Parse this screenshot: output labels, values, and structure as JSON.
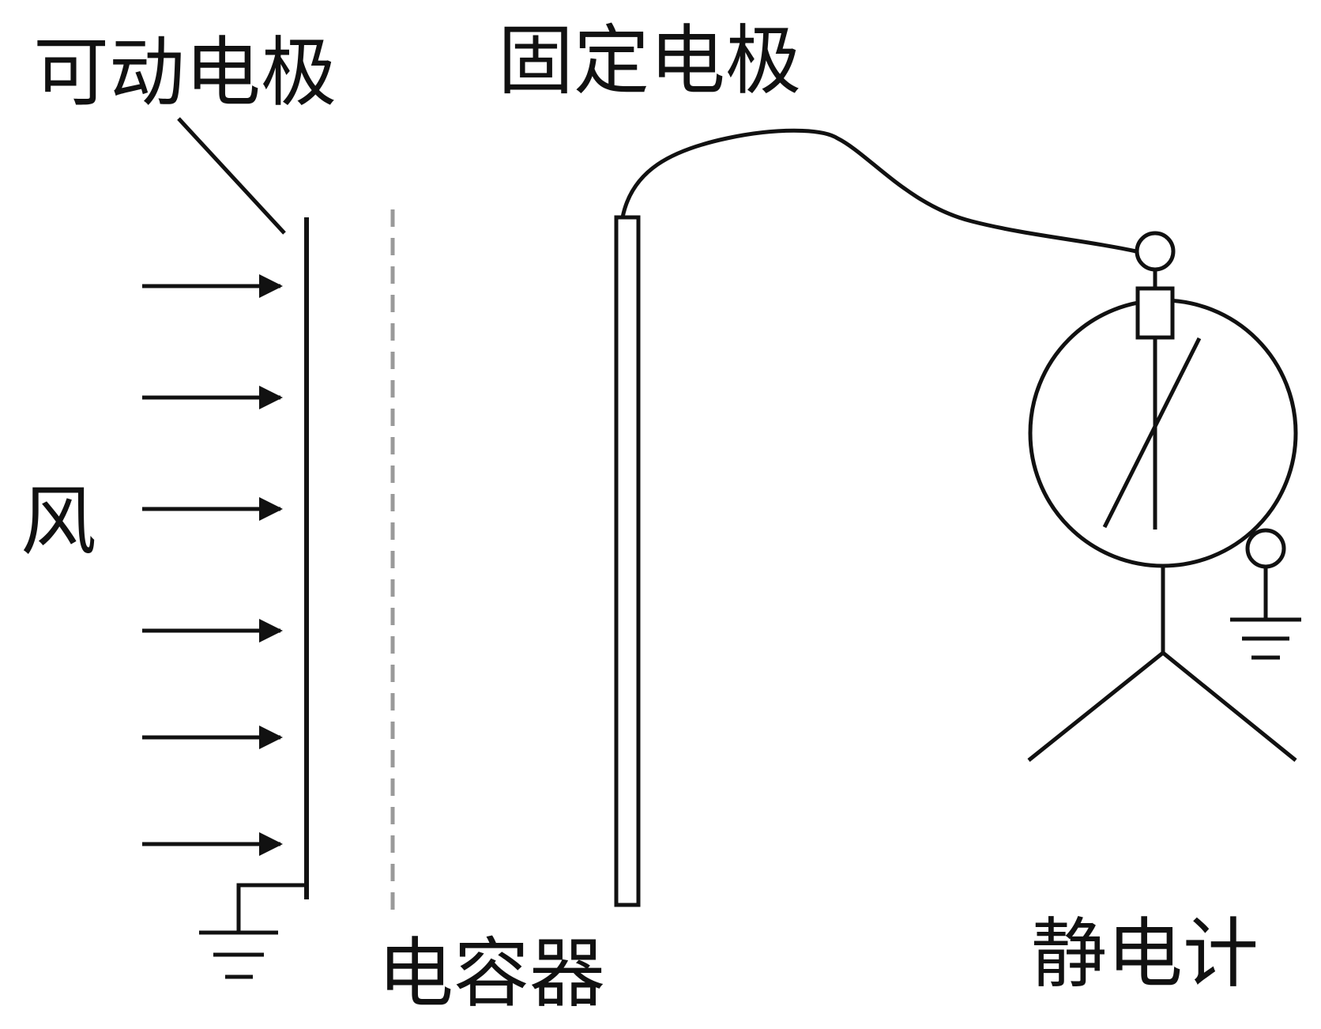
{
  "labels": {
    "movable_electrode": "可动电极",
    "fixed_electrode": "固定电极",
    "wind": "风",
    "capacitor": "电容器",
    "electroscope": "静电计"
  },
  "colors": {
    "ink": "#111111",
    "dashed": "#9a9a9a",
    "background": "#ffffff"
  },
  "icons": {
    "wind_arrow": "right-arrow",
    "ground": "ground-symbol"
  }
}
